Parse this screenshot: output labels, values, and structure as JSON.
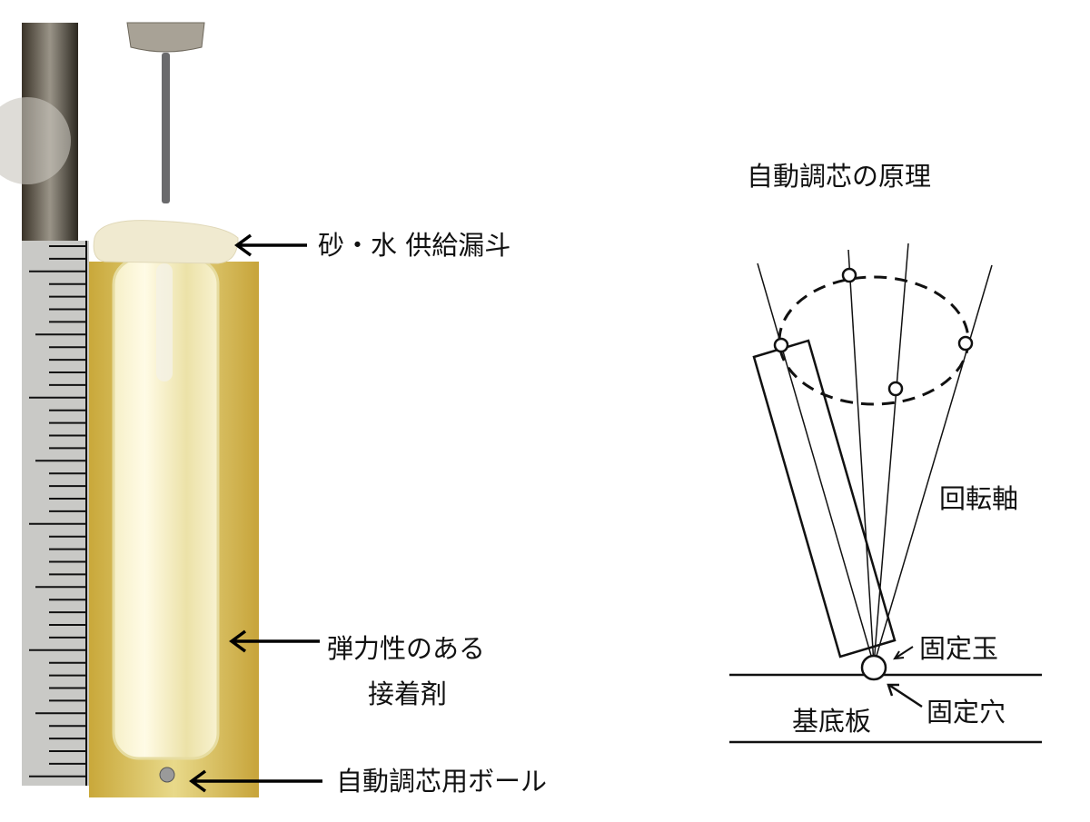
{
  "photo": {
    "labels": {
      "funnel": "砂・水 供給漏斗",
      "adhesive_line1": "弾力性のある",
      "adhesive_line2": "接着剤",
      "ball": "自動調芯用ボール"
    }
  },
  "diagram": {
    "title": "自動調芯の原理",
    "labels": {
      "axis": "回転軸",
      "fixed_ball": "固定玉",
      "fixed_hole": "固定穴",
      "base_plate": "基底板"
    }
  },
  "colors": {
    "adhesive": "#d9c25a",
    "ruler": "#c9c9c6",
    "ink": "#111111"
  }
}
